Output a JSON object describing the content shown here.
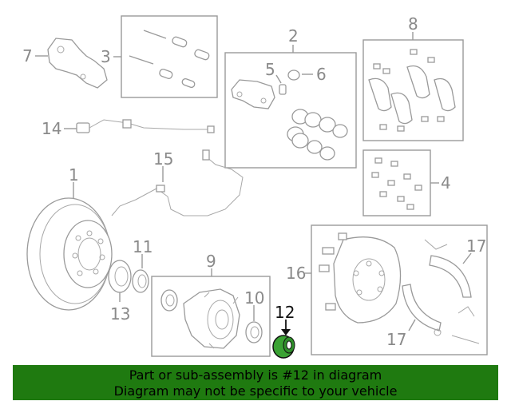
{
  "callouts": {
    "c1": "1",
    "c2": "2",
    "c3": "3",
    "c4": "4",
    "c5": "5",
    "c6": "6",
    "c7": "7",
    "c8": "8",
    "c9": "9",
    "c10": "10",
    "c11": "11",
    "c12": "12",
    "c13": "13",
    "c14": "14",
    "c15": "15",
    "c16": "16",
    "c17a": "17",
    "c17b": "17"
  },
  "highlighted_part": "12",
  "banner": {
    "line1": "Part or sub-assembly is #12 in diagram",
    "line2": "Diagram may not be specific to your vehicle"
  },
  "colors": {
    "banner_bg": "#1f7a10",
    "line_gray": "#9a9a9a",
    "highlight": "#111111",
    "seal_green": "#3aa233"
  }
}
